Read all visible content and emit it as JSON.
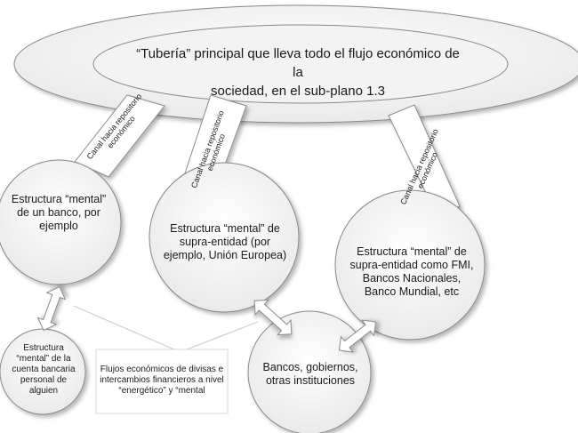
{
  "main_pipe": {
    "line1": "“Tubería” principal que lleva todo el flujo económico de la",
    "line2": "sociedad, en el sub-plano 1.3"
  },
  "channels": {
    "line1": "Canal hacia repositorio",
    "line2": "económico"
  },
  "bank": {
    "line1": "Estructura “mental”",
    "line2": "de un banco, por",
    "line3": "ejemplo"
  },
  "supra_eu": {
    "line1": "Estructura “mental” de",
    "line2": "supra-entidad (por",
    "line3": "ejemplo, Unión Europea)"
  },
  "supra_imf": {
    "line1": "Estructura “mental” de",
    "line2": "supra-entidad como FMI,",
    "line3": "Bancos Nacionales,",
    "line4": "Banco Mundial, etc"
  },
  "institutions": {
    "line1": "Bancos, gobiernos,",
    "line2": "otras instituciones"
  },
  "personal": {
    "line1": "Estructura",
    "line2": "“mental” de la",
    "line3": "cuenta bancaria",
    "line4": "personal de",
    "line5": "alguien"
  },
  "flows": {
    "line1": "Flujos económicos de divisas e",
    "line2": "intercambios financieros a nivel",
    "line3": "“energético” y “mental"
  }
}
